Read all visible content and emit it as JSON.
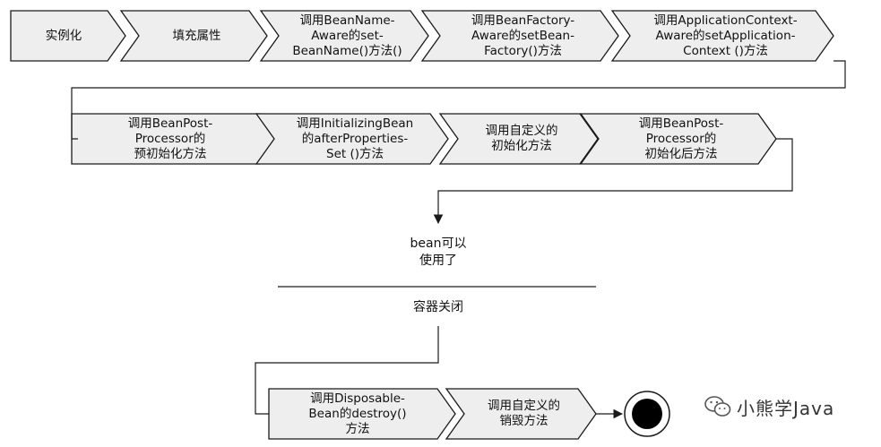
{
  "row1": [
    {
      "id": "instantiate",
      "label": "实例化"
    },
    {
      "id": "populate",
      "label": "填充属性"
    },
    {
      "id": "bean-name-aware",
      "label": "调用BeanName-\nAware的set-\nBeanName()方法()"
    },
    {
      "id": "bean-factory-aware",
      "label": "调用BeanFactory-\nAware的setBean-\nFactory()方法"
    },
    {
      "id": "app-context-aware",
      "label": "调用ApplicationContext-\nAware的setApplication-\nContext ()方法"
    }
  ],
  "row2": [
    {
      "id": "post-processor-before",
      "label": "调用BeanPost-\nProcessor的\n预初始化方法"
    },
    {
      "id": "initializing-bean",
      "label": "调用InitializingBean\n的afterProperties-\nSet ()方法"
    },
    {
      "id": "custom-init",
      "label": "调用自定义的\n初始化方法"
    },
    {
      "id": "post-processor-after",
      "label": "调用BeanPost-\nProcessor的\n初始化后方法"
    }
  ],
  "ready_label": "bean可以\n使用了",
  "shutdown_label": "容器关闭",
  "row3": [
    {
      "id": "disposable-bean",
      "label": "调用Disposable-\nBean的destroy()\n方法"
    },
    {
      "id": "custom-destroy",
      "label": "调用自定义的\n销毁方法"
    }
  ],
  "watermark": {
    "text": "小熊学Java",
    "icon": "wechat-icon"
  },
  "colors": {
    "fill": "#eeeeee",
    "stroke": "#1a1a1a"
  }
}
